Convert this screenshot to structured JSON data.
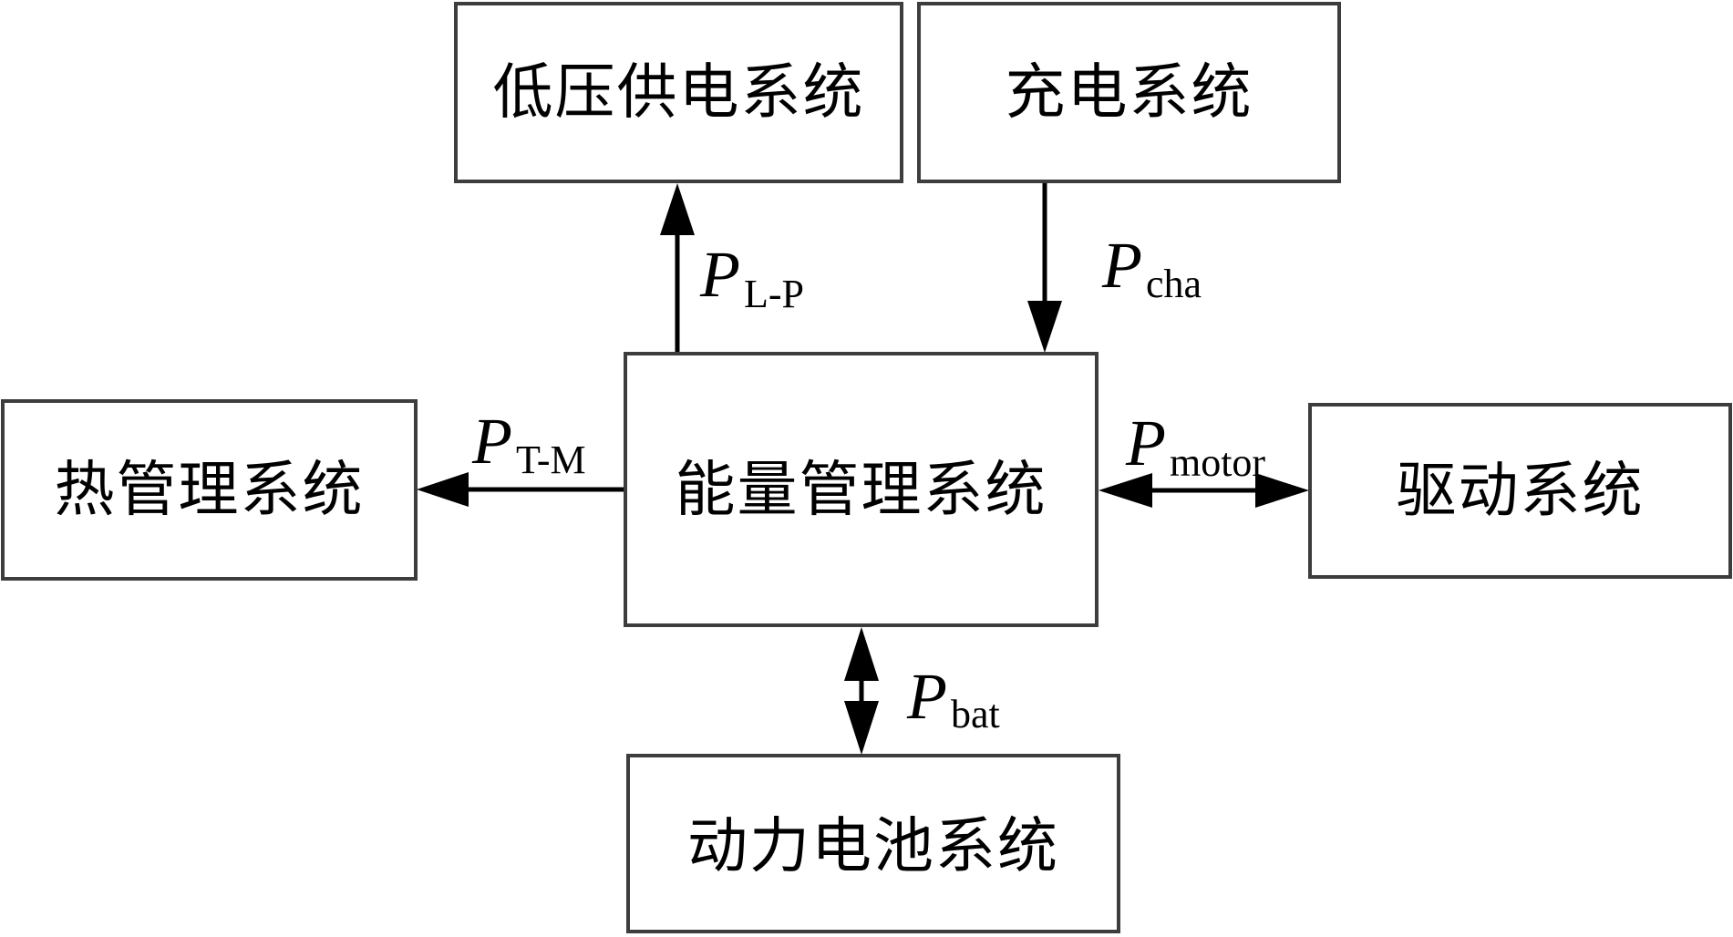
{
  "diagram": {
    "type": "block-diagram",
    "colors": {
      "box_border": "#3d3d3d",
      "arrow": "#000000",
      "text": "#000000",
      "background": "#ffffff"
    },
    "nodes": {
      "low_voltage": {
        "label": "低压供电系统"
      },
      "charging": {
        "label": "充电系统"
      },
      "thermal": {
        "label": "热管理系统"
      },
      "energy_mgmt": {
        "label": "能量管理系统"
      },
      "drive": {
        "label": "驱动系统"
      },
      "battery": {
        "label": "动力电池系统"
      }
    },
    "edges": [
      {
        "from": "能量管理系统",
        "to": "低压供电系统",
        "direction": "one-way",
        "symbol": "P",
        "subscript": "L-P"
      },
      {
        "from": "充电系统",
        "to": "能量管理系统",
        "direction": "one-way",
        "symbol": "P",
        "subscript": "cha"
      },
      {
        "from": "能量管理系统",
        "to": "热管理系统",
        "direction": "one-way",
        "symbol": "P",
        "subscript": "T-M"
      },
      {
        "from": "能量管理系统",
        "to": "驱动系统",
        "direction": "two-way",
        "symbol": "P",
        "subscript": "motor"
      },
      {
        "from": "能量管理系统",
        "to": "动力电池系统",
        "direction": "two-way",
        "symbol": "P",
        "subscript": "bat"
      }
    ]
  }
}
